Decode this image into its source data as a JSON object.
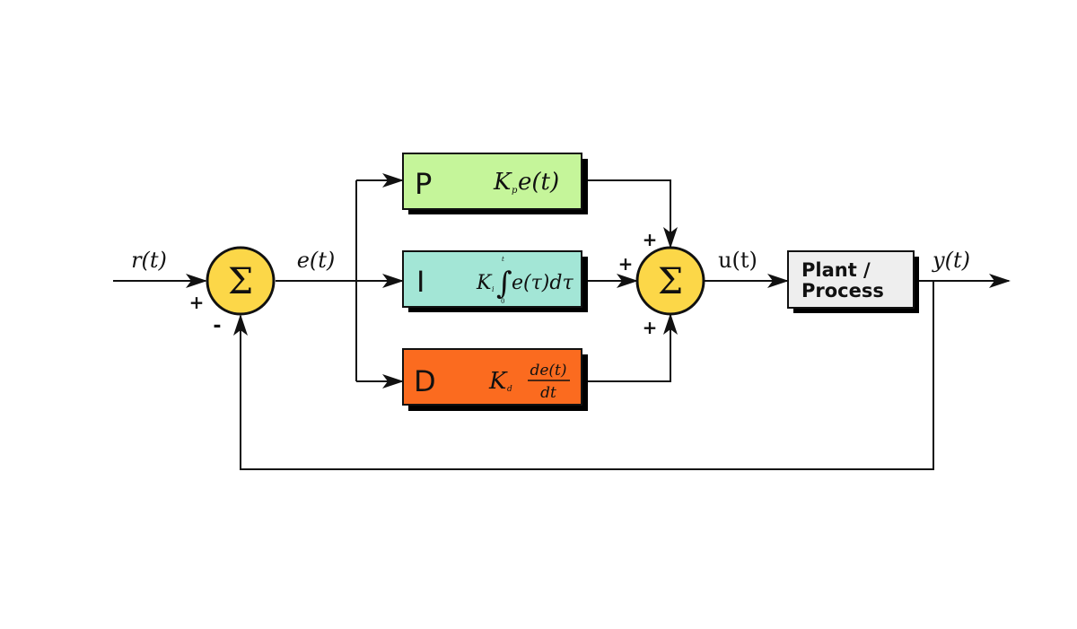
{
  "diagram": {
    "type": "block-diagram",
    "title": "PID controller",
    "colors": {
      "summer_fill": "#fcd748",
      "p_fill": "#c5f59a",
      "i_fill": "#a3e6d6",
      "d_fill": "#fb6b1f",
      "plant_fill": "#eeeeee",
      "shadow": "#000000",
      "line": "#111111"
    },
    "signals": {
      "reference": "r(t)",
      "error": "e(t)",
      "control": "u(t)",
      "output": "y(t)"
    },
    "summers": [
      {
        "id": "error-summer",
        "symbol": "Σ",
        "signs": {
          "left": "+",
          "bottom": "-"
        }
      },
      {
        "id": "control-summer",
        "symbol": "Σ",
        "signs": {
          "top": "+",
          "left": "+",
          "bottom": "+"
        }
      }
    ],
    "blocks": [
      {
        "id": "p-block",
        "letter": "P",
        "gain": "K",
        "gain_sub": "p",
        "expr": "e(t)"
      },
      {
        "id": "i-block",
        "letter": "I",
        "gain": "K",
        "gain_sub": "i",
        "integral_upper": "t",
        "integral_lower": "0",
        "expr": "e(τ)dτ"
      },
      {
        "id": "d-block",
        "letter": "D",
        "gain": "K",
        "gain_sub": "d",
        "numerator": "de(t)",
        "denominator": "dt"
      },
      {
        "id": "plant-block",
        "line1": "Plant /",
        "line2": "Process"
      }
    ],
    "edges": [
      {
        "from": "r(t)",
        "to": "error-summer",
        "sign": "+"
      },
      {
        "from": "error-summer",
        "to": "p-block",
        "label": "e(t)"
      },
      {
        "from": "error-summer",
        "to": "i-block",
        "label": "e(t)"
      },
      {
        "from": "error-summer",
        "to": "d-block",
        "label": "e(t)"
      },
      {
        "from": "p-block",
        "to": "control-summer",
        "sign": "+"
      },
      {
        "from": "i-block",
        "to": "control-summer",
        "sign": "+"
      },
      {
        "from": "d-block",
        "to": "control-summer",
        "sign": "+"
      },
      {
        "from": "control-summer",
        "to": "plant-block",
        "label": "u(t)"
      },
      {
        "from": "plant-block",
        "to": "output",
        "label": "y(t)"
      },
      {
        "from": "plant-block",
        "to": "error-summer",
        "sign": "-",
        "kind": "feedback"
      }
    ]
  }
}
